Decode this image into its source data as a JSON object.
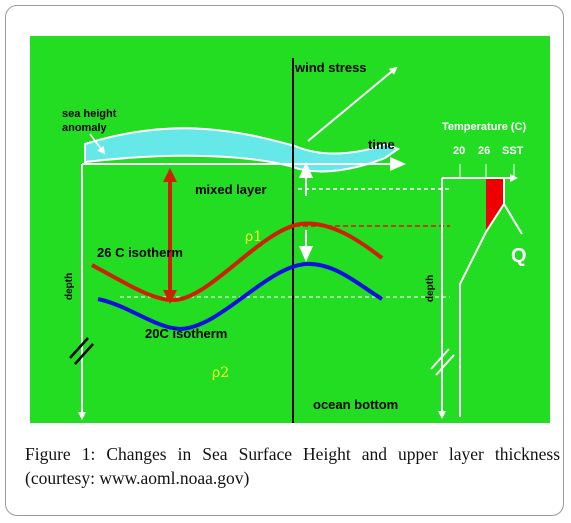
{
  "colors": {
    "background": "#22dd22",
    "sea_surface": "#66e8e8",
    "isotherm_26": "#cc2200",
    "isotherm_20": "#1111dd",
    "greek_label": "#ffff33",
    "temperature_profile": "#ee0000"
  },
  "labels": {
    "wind_stress": "wind stress",
    "sea_height_anomaly_1": "sea height",
    "sea_height_anomaly_2": "anomaly",
    "time": "time",
    "mixed_layer": "mixed layer",
    "rho1": "ρ1",
    "isotherm_26": "26 C isotherm",
    "isotherm_20": "20C isotherm",
    "rho2": "ρ2",
    "depth_left": "depth",
    "depth_right": "depth",
    "ocean_bottom": "ocean bottom",
    "temperature_title": "Temperature (C)",
    "tick_20": "20",
    "tick_26": "26",
    "tick_sst": "SST",
    "q": "Q"
  },
  "caption": {
    "text": "Figure 1: Changes in Sea Surface Height and upper layer thickness (courtesy: www.aoml.noaa.gov)"
  }
}
